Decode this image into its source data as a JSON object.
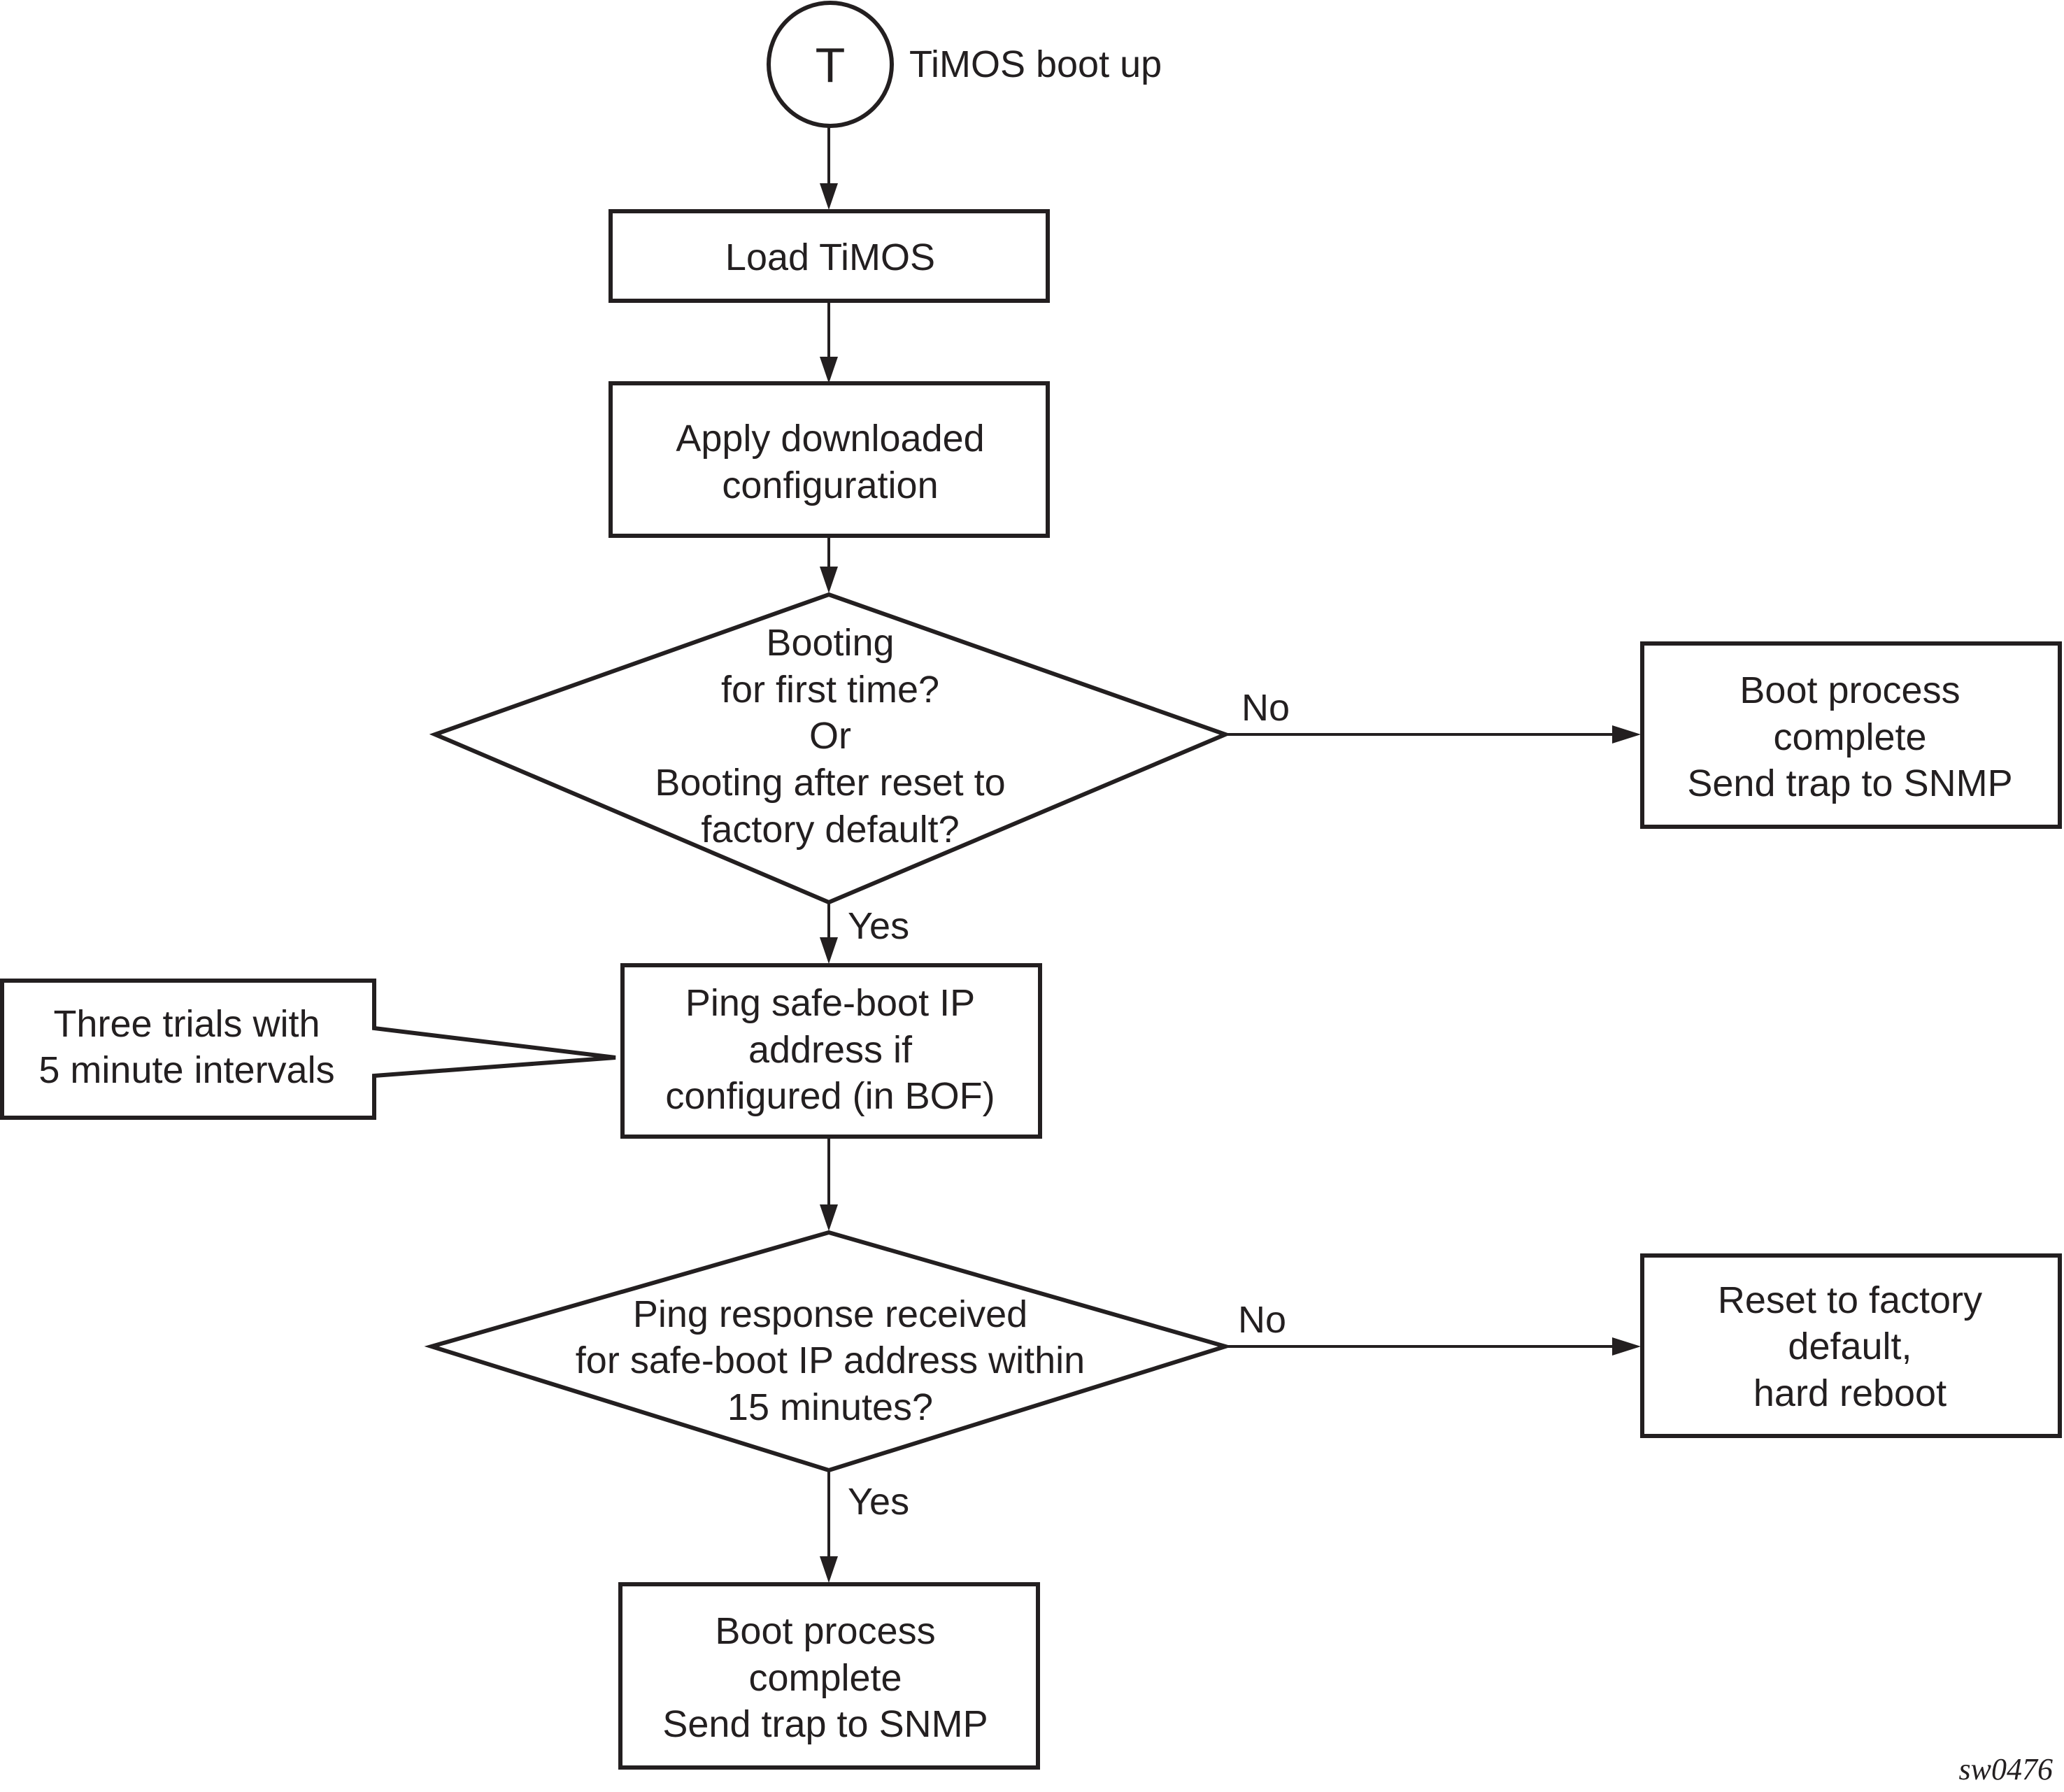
{
  "start": {
    "symbol": "T",
    "label": "TiMOS boot up"
  },
  "steps": {
    "load": [
      "Load TiMOS"
    ],
    "apply": [
      "Apply downloaded",
      "configuration"
    ],
    "decision_first_boot": [
      "Booting",
      "for first time?",
      "Or",
      "Booting after reset to",
      "factory default?"
    ],
    "boot_complete_right": [
      "Boot process",
      "complete",
      "Send trap to SNMP"
    ],
    "ping": [
      "Ping safe-boot IP",
      "address if",
      "configured (in BOF)"
    ],
    "callout": [
      "Three trials with",
      "5 minute intervals"
    ],
    "decision_ping": [
      "Ping response received",
      "for safe-boot IP address within",
      "15 minutes?"
    ],
    "reset": [
      "Reset to factory",
      "default,",
      "hard reboot"
    ],
    "boot_complete_bottom": [
      "Boot process",
      "complete",
      "Send trap to SNMP"
    ]
  },
  "edge_labels": {
    "first_boot_no": "No",
    "first_boot_yes": "Yes",
    "ping_no": "No",
    "ping_yes": "Yes"
  },
  "figure_id": "sw0476"
}
